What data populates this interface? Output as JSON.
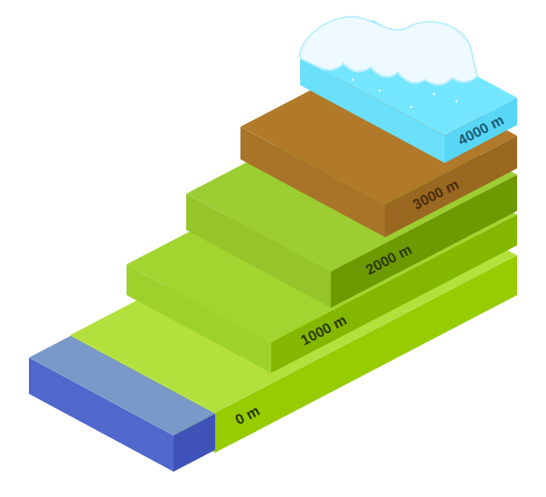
{
  "diagram": {
    "nodes": [
      {
        "text": [
          "4000 m"
        ]
      },
      {
        "text": [
          "3000 m"
        ]
      },
      {
        "text": [
          "2000 m"
        ]
      },
      {
        "text": [
          "1000 m"
        ]
      },
      {
        "text": [
          "0 m"
        ]
      }
    ]
  }
}
